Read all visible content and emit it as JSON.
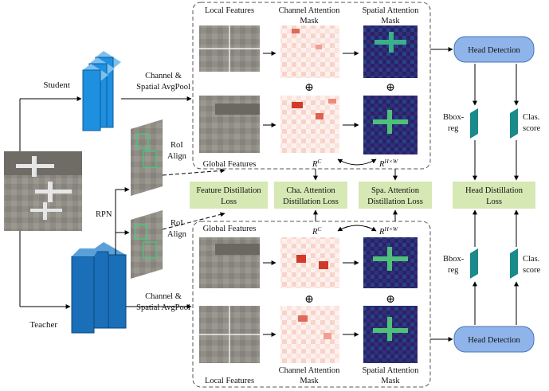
{
  "labels": {
    "student": "Student",
    "teacher": "Teacher",
    "pool_top_1": "Channel &",
    "pool_top_2": "Spatial AvgPool",
    "pool_bot_1": "Channel &",
    "pool_bot_2": "Spatial AvgPool",
    "rpn": "RPN",
    "roi_top_1": "RoI",
    "roi_top_2": "Align",
    "roi_bot_1": "RoI",
    "roi_bot_2": "Align",
    "local_features_top": "Local Features",
    "global_features_top": "Global Features",
    "channel_mask_top_1": "Channel Attention",
    "channel_mask_top_2": "Mask",
    "spatial_mask_top_1": "Spatial Attention",
    "spatial_mask_top_2": "Mask",
    "global_features_bot": "Global Features",
    "local_features_bot": "Local Features",
    "channel_mask_bot_1": "Channel Attention",
    "channel_mask_bot_2": "Mask",
    "spatial_mask_bot_1": "Spatial Attention",
    "spatial_mask_bot_2": "Mask",
    "rc_top": "R",
    "rc_top_sup": "C",
    "rhw_top": "R",
    "rhw_top_sup": "H×W",
    "rc_bot": "R",
    "rc_bot_sup": "C",
    "rhw_bot": "R",
    "rhw_bot_sup": "H×W",
    "oplus": "⊕",
    "head_detection_top": "Head Detection",
    "head_detection_bot": "Head Detection",
    "bbox_reg_top_1": "Bbox-",
    "bbox_reg_top_2": "reg",
    "cls_score_top_1": "Clas.",
    "cls_score_top_2": "score",
    "bbox_reg_bot_1": "Bbox-",
    "bbox_reg_bot_2": "reg",
    "cls_score_bot_1": "Clas.",
    "cls_score_bot_2": "score"
  },
  "loss_boxes": [
    {
      "line1": "Feature Distillation",
      "line2": "Loss"
    },
    {
      "line1": "Cha. Attention",
      "line2": "Distillation Loss"
    },
    {
      "line1": "Spa. Attention",
      "line2": "Distillation Loss"
    },
    {
      "line1": "Head Distillation",
      "line2": "Loss"
    }
  ],
  "colors": {
    "student_blue": "#1f8fe0",
    "teacher_blue": "#1a6fb8",
    "loss_green": "#d6e8b4",
    "head_blue": "#8fb4ea",
    "head_teal": "#1a8a8a",
    "spatial_dark": "#2d1e6e",
    "channel_red": "#d33a2a"
  }
}
